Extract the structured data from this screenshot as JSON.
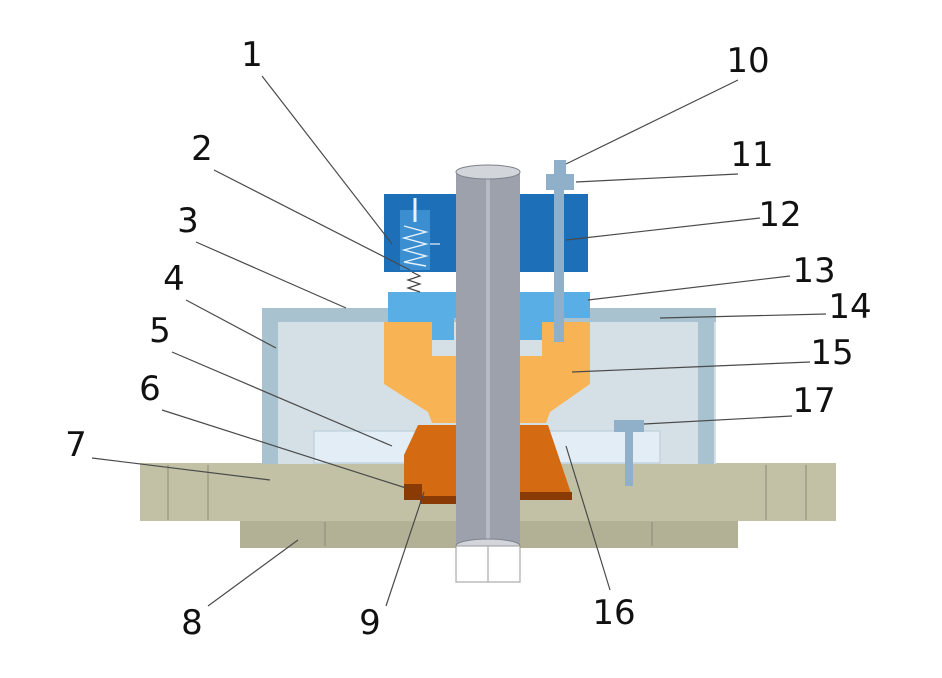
{
  "colors": {
    "base_plate": "#c2c1a6",
    "base_plate_edge": "#9a9a82",
    "lower_plate": "#b2b196",
    "housing_frame": "#a8c2cf",
    "housing_inner": "#d5e0e6",
    "retainer": "#e2edf5",
    "top_block": "#1d6fb8",
    "top_block_inner": "#3b8ed0",
    "clamp_plate": "#5aaee6",
    "upper_seal": "#f8b355",
    "lower_seal": "#d46a12",
    "lower_seal_dark": "#8a3a05",
    "shaft": "#9da1ab",
    "shaft_highlight": "#b7bbc4",
    "bolt": "#8fb0c8"
  },
  "callouts": [
    {
      "id": "1",
      "label": "1"
    },
    {
      "id": "2",
      "label": "2"
    },
    {
      "id": "3",
      "label": "3"
    },
    {
      "id": "4",
      "label": "4"
    },
    {
      "id": "5",
      "label": "5"
    },
    {
      "id": "6",
      "label": "6"
    },
    {
      "id": "7",
      "label": "7"
    },
    {
      "id": "8",
      "label": "8"
    },
    {
      "id": "9",
      "label": "9"
    },
    {
      "id": "10",
      "label": "10"
    },
    {
      "id": "11",
      "label": "11"
    },
    {
      "id": "12",
      "label": "12"
    },
    {
      "id": "13",
      "label": "13"
    },
    {
      "id": "14",
      "label": "14"
    },
    {
      "id": "15",
      "label": "15"
    },
    {
      "id": "16",
      "label": "16"
    },
    {
      "id": "17",
      "label": "17"
    }
  ]
}
